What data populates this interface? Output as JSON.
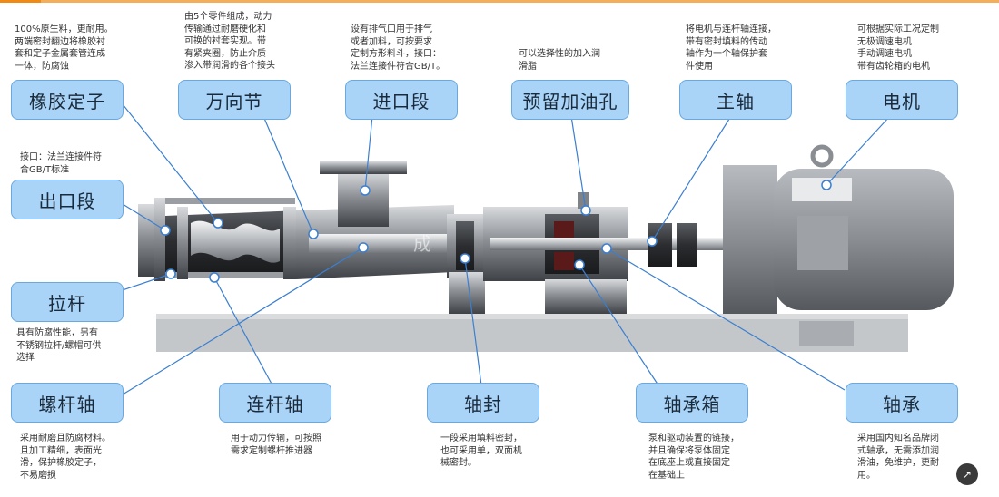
{
  "colors": {
    "label_fill": "#a9d4f8",
    "label_border": "#6aa9df",
    "leader_line": "#3b7fd0",
    "top_accent": "#f08a12"
  },
  "labels": {
    "rubber_stator": "橡胶定子",
    "universal_joint": "万向节",
    "inlet": "进口段",
    "oil_hole": "预留加油孔",
    "main_shaft": "主轴",
    "motor": "电机",
    "outlet": "出口段",
    "tie_rod": "拉杆",
    "screw_rod": "螺杆轴",
    "connecting_rod": "连杆轴",
    "shaft_seal": "轴封",
    "bearing_box": "轴承箱",
    "bearing": "轴承"
  },
  "descriptions": {
    "rubber_stator": "100%原生料，更耐用。\n两端密封翻边将橡胶衬\n套和定子金属套管连成\n一体，防腐蚀",
    "universal_joint": "由5个零件组成，动力\n传输通过耐磨硬化和\n可换的衬套实现。带\n有紧夹圈，防止介质\n渗入带润滑的各个接头",
    "inlet": "设有排气口用于排气\n或者加料，可按要求\n定制方形料斗，接口：\n法兰连接件符合GB/T。",
    "oil_hole": "可以选择性的加入润\n滑脂",
    "main_shaft": "将电机与连杆轴连接，\n带有密封填料的传动\n轴作为一个轴保护套\n件使用",
    "motor": "可根据实际工况定制\n无极调速电机\n手动调速电机\n带有齿轮箱的电机",
    "outlet": "接口：法兰连接件符\n合GB/T标准",
    "tie_rod": "具有防腐性能，另有\n不锈钢拉杆/螺帽可供\n选择",
    "screw_rod": "采用耐磨且防腐材料。\n且加工精细，表面光\n滑，保护橡胶定子，\n不易磨损",
    "connecting_rod": "用于动力传输，可按照\n需求定制螺杆推进器",
    "shaft_seal": "一段采用填料密封，\n也可采用单，双面机\n械密封。",
    "bearing_box": "泵和驱动装置的链接，\n并且确保将泵体固定\n在底座上或直接固定\n在基础上",
    "bearing": "采用国内知名品牌闭\n式轴承，无需添加润\n滑油，免维护，更耐\n用。"
  },
  "watermark": "成",
  "icons": {
    "corner": "share-icon"
  }
}
